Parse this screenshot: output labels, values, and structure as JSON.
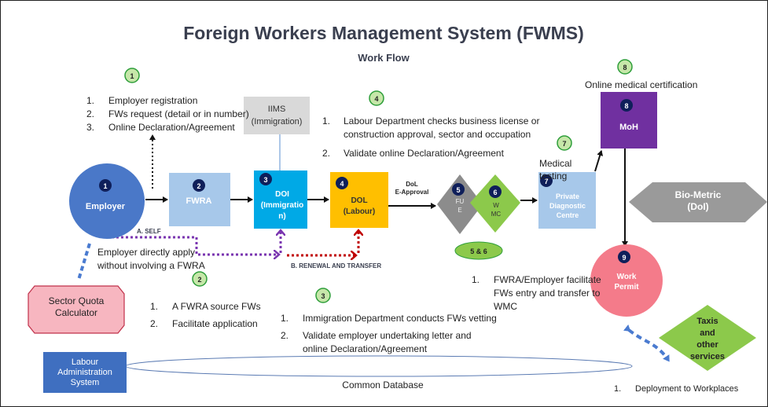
{
  "title": "Foreign Workers Management System (FWMS)",
  "subtitle": "Work Flow",
  "colors": {
    "title": "#3a3f4f",
    "employer_blue": "#4a78c8",
    "fwra_blue": "#a7c8ea",
    "doi_blue": "#00a9e6",
    "dol_yellow": "#ffbf00",
    "moh_purple": "#7030a0",
    "grey": "#9a9a9a",
    "green": "#8cc94b",
    "pink": "#f47b8a",
    "lab_blue": "#3f6fc0",
    "badge_fill": "#c6e7a9",
    "badge_stroke": "#2e9e3a",
    "num_navy": "#0f1f5a",
    "purple_dot": "#7a35b0",
    "red_dot": "#c00000",
    "blue_dash": "#4a7bd0"
  },
  "badges": {
    "b1": "1",
    "b2": "2",
    "b3": "3",
    "b4": "4",
    "b7": "7",
    "b8": "8",
    "b56": "5 & 6"
  },
  "nodes": {
    "employer": {
      "num": "1",
      "label": "Employer"
    },
    "fwra": {
      "num": "2",
      "label": "FWRA"
    },
    "doi": {
      "num": "3",
      "line1": "DOI",
      "line2": "(Immigratio",
      "line3": "n)"
    },
    "dol": {
      "num": "4",
      "line1": "DOL",
      "line2": "(Labour)"
    },
    "fue": {
      "num": "5",
      "line1": "FU",
      "line2": "E"
    },
    "wmc": {
      "num": "6",
      "line1": "W",
      "line2": "MC"
    },
    "pdc": {
      "num": "7",
      "line1": "Private",
      "line2": "Diagnostic",
      "line3": "Centre"
    },
    "moh": {
      "num": "8",
      "label": "MoH"
    },
    "work_permit": {
      "num": "9",
      "line1": "Work",
      "line2": "Permit"
    },
    "iims": {
      "line1": "IIMS",
      "line2": "(Immigration)"
    },
    "biometric": {
      "line1": "Bio-Metric",
      "line2": "(DoI)"
    },
    "taxis": {
      "line1": "Taxis",
      "line2": "and",
      "line3": "other",
      "line4": "services"
    },
    "sector_quota": {
      "line1": "Sector Quota",
      "line2": "Calculator"
    },
    "labour_admin": {
      "line1": "Labour",
      "line2": "Administration",
      "line3": "System"
    }
  },
  "notes": {
    "step1": {
      "n1": "1.",
      "t1": "Employer registration",
      "n2": "2.",
      "t2": "FWs request (detail or in number)",
      "n3": "3.",
      "t3": "Online Declaration/Agreement"
    },
    "step2": {
      "n1": "1.",
      "t1": "A FWRA source FWs",
      "n2": "2.",
      "t2": "Facilitate application"
    },
    "step3": {
      "n1": "1.",
      "t1": "Immigration Department conducts FWs vetting",
      "n2": "2.",
      "t2a": "Validate  employer undertaking letter and",
      "t2b": "online Declaration/Agreement"
    },
    "step4": {
      "n1": "1.",
      "t1a": "Labour Department checks business license  or",
      "t1b": "construction approval, sector and occupation",
      "n2": "2.",
      "t2": "Validate  online Declaration/Agreement"
    },
    "step56": {
      "n1": "1.",
      "t1a": "FWRA/Employer facilitate",
      "t1b": "FWs entry and transfer to",
      "t1c": "WMC"
    },
    "step9": {
      "n1": "1.",
      "t1": "Deployment to Workplaces"
    },
    "online_medical": "Online medical certification",
    "medical_testing_a": "Medical",
    "medical_testing_b": "testing",
    "direct_apply_a": "Employer directly apply",
    "direct_apply_b": "without involving a FWRA",
    "common_database": "Common Database"
  },
  "labels": {
    "self": "A. SELF",
    "renewal": "B. RENEWAL AND TRANSFER",
    "dol_eapproval_a": "DoL",
    "dol_eapproval_b": "E-Approval"
  }
}
